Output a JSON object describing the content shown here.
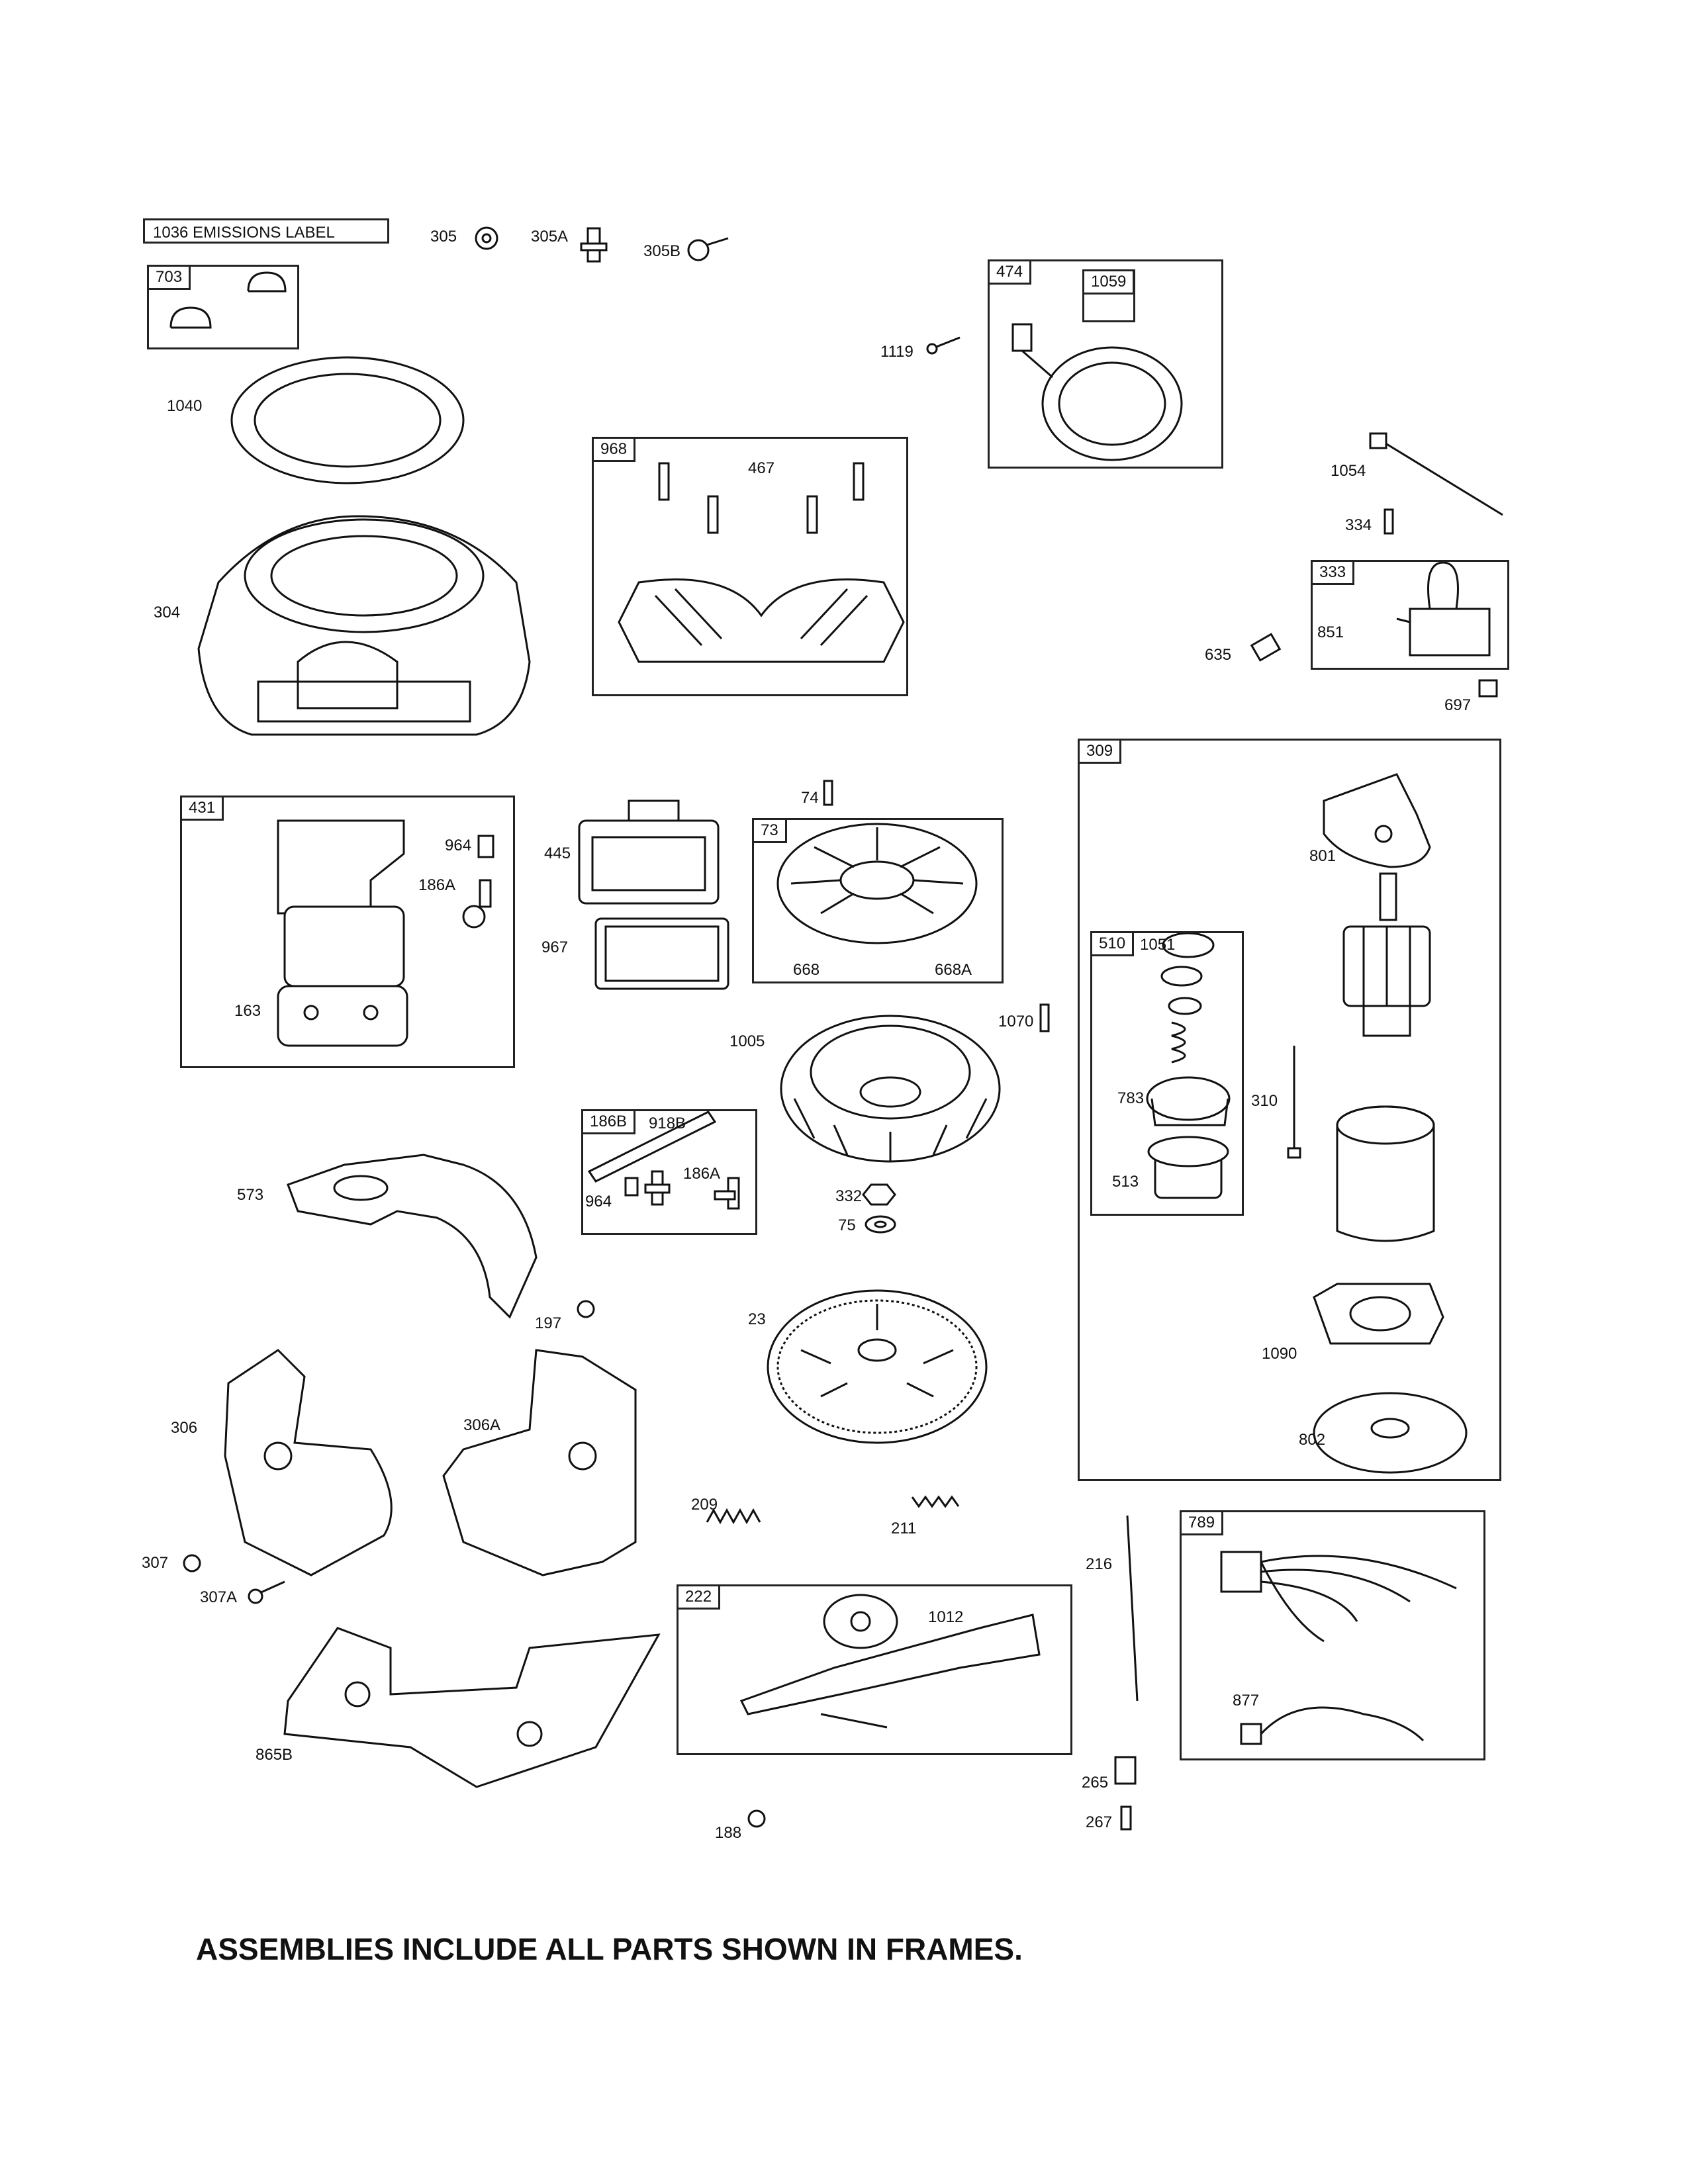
{
  "diagram": {
    "emissions_label": "1036 EMISSIONS LABEL",
    "footer_note": "ASSEMBLIES INCLUDE ALL PARTS SHOWN IN FRAMES.",
    "frames": {
      "f703": "703",
      "f474": "474",
      "f1059": "1059",
      "f968": "968",
      "f333": "333",
      "f431": "431",
      "f73": "73",
      "f309": "309",
      "f510": "510",
      "f186b": "186B",
      "f222": "222",
      "f789": "789"
    },
    "parts": {
      "p305": "305",
      "p305a": "305A",
      "p305b": "305B",
      "p1119": "1119",
      "p1040": "1040",
      "p467": "467",
      "p1054": "1054",
      "p334": "334",
      "p304": "304",
      "p635": "635",
      "p851": "851",
      "p697": "697",
      "p74": "74",
      "p964a": "964",
      "p186a_a": "186A",
      "p445": "445",
      "p801": "801",
      "p967": "967",
      "p668": "668",
      "p668a": "668A",
      "p1051": "1051",
      "p163": "163",
      "p1070": "1070",
      "p1005": "1005",
      "p918b": "918B",
      "p783": "783",
      "p310": "310",
      "p573": "573",
      "p186a_b": "186A",
      "p964b": "964",
      "p332": "332",
      "p513": "513",
      "p75": "75",
      "p197": "197",
      "p23": "23",
      "p1090": "1090",
      "p306": "306",
      "p306a": "306A",
      "p802": "802",
      "p209": "209",
      "p211": "211",
      "p307": "307",
      "p216": "216",
      "p307a": "307A",
      "p1012": "1012",
      "p877": "877",
      "p865b": "865B",
      "p265": "265",
      "p267": "267",
      "p188": "188"
    }
  }
}
